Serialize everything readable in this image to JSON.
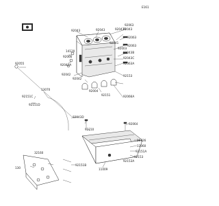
{
  "page_code": "E161",
  "labels": [
    {
      "id": "92043a",
      "text": "92043"
    },
    {
      "id": "92043b",
      "text": "92043"
    },
    {
      "id": "92043c",
      "text": "92043"
    },
    {
      "id": "92063a",
      "text": "92063"
    },
    {
      "id": "92063b",
      "text": "92063"
    },
    {
      "id": "92063c",
      "text": "92063"
    },
    {
      "id": "92043A",
      "text": "92043A"
    },
    {
      "id": "92043B",
      "text": "92043B"
    },
    {
      "id": "92042a",
      "text": "92042"
    },
    {
      "id": "92042b",
      "text": "92042"
    },
    {
      "id": "92141",
      "text": "92141"
    },
    {
      "id": "92043C",
      "text": "92043C"
    },
    {
      "id": "92003",
      "text": "92003"
    },
    {
      "id": "92063A",
      "text": "92063A"
    },
    {
      "id": "92153a",
      "text": "92153"
    },
    {
      "id": "92066",
      "text": "92066"
    },
    {
      "id": "14120",
      "text": "14120"
    },
    {
      "id": "92042A",
      "text": "92042A"
    },
    {
      "id": "92004",
      "text": "92004"
    },
    {
      "id": "92066A",
      "text": "92066A"
    },
    {
      "id": "92055",
      "text": "92055"
    },
    {
      "id": "92151",
      "text": "92151"
    },
    {
      "id": "92151C",
      "text": "92151C"
    },
    {
      "id": "92151D",
      "text": "92151D"
    },
    {
      "id": "13070",
      "text": "13070"
    },
    {
      "id": "92043D",
      "text": "92043D"
    },
    {
      "id": "92064",
      "text": "92064"
    },
    {
      "id": "92210",
      "text": "92210"
    },
    {
      "id": "16126",
      "text": "16126"
    },
    {
      "id": "11060",
      "text": "11060"
    },
    {
      "id": "92151A",
      "text": "92151A"
    },
    {
      "id": "92153b",
      "text": "92153"
    },
    {
      "id": "11009",
      "text": "11009"
    },
    {
      "id": "92153A",
      "text": "92153A"
    },
    {
      "id": "130",
      "text": "130"
    },
    {
      "id": "32160",
      "text": "32160"
    },
    {
      "id": "92151B",
      "text": "92151B"
    }
  ]
}
